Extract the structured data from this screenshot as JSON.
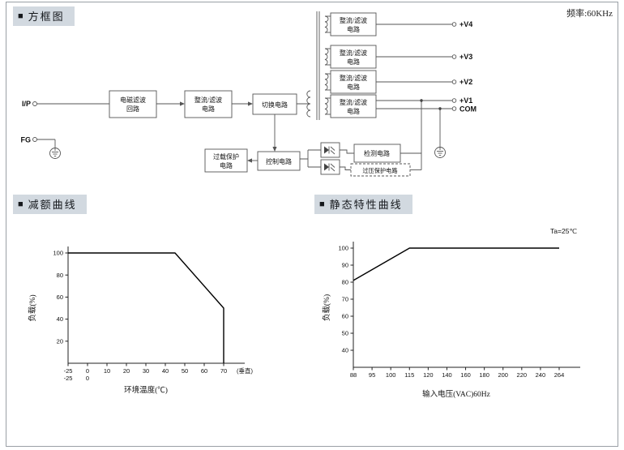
{
  "page": {
    "header": {
      "marker": "■",
      "title": "方框图",
      "frequency": "频率:60KHz"
    },
    "sections": {
      "derating": {
        "marker": "■",
        "title": "减额曲线"
      },
      "static": {
        "marker": "■",
        "title": "静态特性曲线"
      }
    }
  },
  "diagram": {
    "inputs": {
      "ip": "I/P",
      "fg": "FG"
    },
    "outputs": [
      "+V4",
      "+V3",
      "+V2",
      "+V1",
      "COM"
    ],
    "blocks": {
      "emi": [
        "电磁滤波",
        "回路"
      ],
      "rectifier": [
        "整流/滤波",
        "电路"
      ],
      "switching": "切换电路",
      "rf4": [
        "整流/滤波",
        "电路"
      ],
      "rf3": [
        "整流/滤波",
        "电路"
      ],
      "rf2": [
        "整流/滤波",
        "电路"
      ],
      "rf1": [
        "整流/滤波",
        "电路"
      ],
      "overload": [
        "过载保护",
        "电路"
      ],
      "control": "控制电路",
      "detect": "检测电路",
      "ovp": "过压保护电路"
    }
  },
  "chart_data": [
    {
      "type": "line",
      "title": "减额曲线",
      "xlabel": "环境温度(℃)",
      "ylabel": "负载(%)",
      "x_ticks": [
        -25,
        0,
        10,
        20,
        30,
        40,
        50,
        60,
        70
      ],
      "x_ticks_row2": [
        "-25",
        "0"
      ],
      "x_annotation": "(垂直)",
      "y_ticks": [
        20,
        40,
        60,
        80,
        100
      ],
      "y_base": 0,
      "ylim": [
        0,
        100
      ],
      "grid": false,
      "series": [
        {
          "name": "load",
          "points": [
            [
              -25,
              100
            ],
            [
              45,
              100
            ],
            [
              70,
              50
            ],
            [
              70,
              0
            ]
          ]
        }
      ]
    },
    {
      "type": "line",
      "title": "静态特性曲线",
      "annotation": "Ta=25℃",
      "xlabel": "输入电压(VAC)60Hz",
      "ylabel": "负载(%)",
      "x_ticks": [
        88,
        95,
        100,
        115,
        120,
        140,
        160,
        180,
        200,
        220,
        240,
        264
      ],
      "y_ticks": [
        40,
        50,
        60,
        70,
        80,
        90,
        100
      ],
      "y_base": 30,
      "ylim": [
        30,
        100
      ],
      "grid": false,
      "series": [
        {
          "name": "load",
          "points": [
            [
              88,
              81
            ],
            [
              115,
              100
            ],
            [
              264,
              100
            ]
          ]
        }
      ]
    }
  ]
}
